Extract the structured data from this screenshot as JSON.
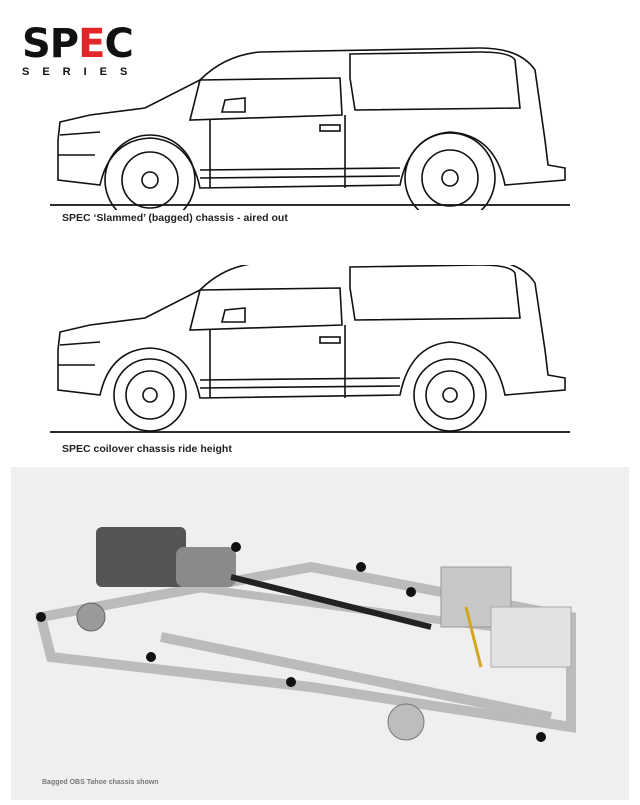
{
  "logo": {
    "text_main": "SPEC",
    "text_main_prefix": "SP",
    "text_main_red": "E",
    "text_main_suffix": "C",
    "text_sub": "SERIES",
    "accent_color": "#e3262a"
  },
  "figures": [
    {
      "caption": "SPEC ‘Slammed’ (bagged) chassis - aired out"
    },
    {
      "caption": "SPEC coilover chassis ride height"
    }
  ],
  "photo": {
    "caption": "Bagged OBS Tahoe chassis shown"
  }
}
